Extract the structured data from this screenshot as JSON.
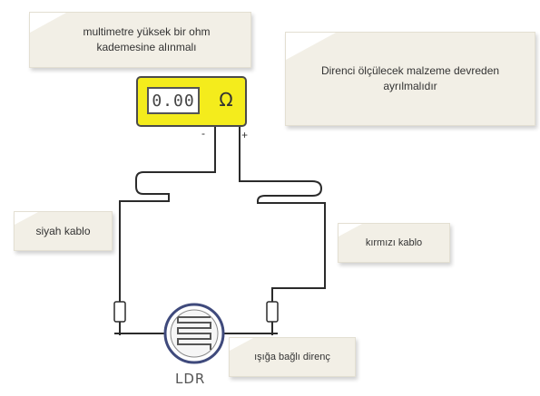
{
  "notes": {
    "multimeter": [
      "multimetre yüksek bir ohm",
      "kademesine alınmalı"
    ],
    "direnc": [
      "Direnci ölçülecek malzeme devreden",
      "ayrılmalıdır"
    ],
    "siyah": "siyah kablo",
    "kirmizi": "kırmızı kablo",
    "isik": "ışığa bağlı direnç"
  },
  "meter": {
    "display": "0.00",
    "unit": "Ω",
    "minus_label": "-",
    "plus_label": "+"
  },
  "ldr_label": "LDR",
  "colors": {
    "meter_body": "#f4ec1c",
    "note_background": "#f2efe6",
    "wire": "#2b2b2b"
  }
}
